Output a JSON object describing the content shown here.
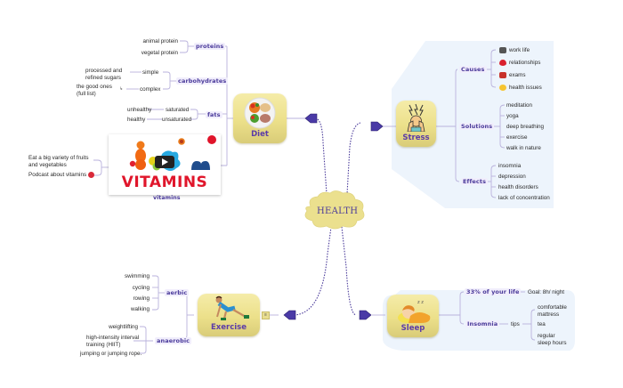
{
  "central": {
    "label": "HEALTH"
  },
  "diet": {
    "label": "Diet",
    "branches": {
      "proteins": {
        "label": "proteins",
        "items": [
          "animal protein",
          "vegetal protein"
        ]
      },
      "carbohydrates": {
        "label": "carbohydrates",
        "simple": {
          "label": "simple",
          "note": "processed and\nrefined sugars"
        },
        "complex": {
          "label": "complex",
          "note": "the good ones\n(full list)"
        }
      },
      "fats": {
        "label": "fats",
        "saturated": {
          "label": "saturated",
          "note": "unhealthy"
        },
        "unsaturated": {
          "label": "unsaturated",
          "note": "healthy"
        }
      },
      "vitamins": {
        "label": "vitamins",
        "video_title": "VITAMINS",
        "notes": [
          "Eat a big variety of fruits\nand vegetables",
          "Podcast about vitamins"
        ]
      }
    }
  },
  "stress": {
    "label": "Stress",
    "causes": {
      "label": "Causes",
      "items": [
        {
          "label": "work life",
          "icon": "notebook-icon"
        },
        {
          "label": "relationships",
          "icon": "broken-heart-icon"
        },
        {
          "label": "exams",
          "icon": "exam-flower-icon"
        },
        {
          "label": "health issues",
          "icon": "sick-face-icon"
        }
      ]
    },
    "solutions": {
      "label": "Solutions",
      "items": [
        "meditation",
        "yoga",
        "deep breathing",
        "exercise",
        "walk in nature"
      ]
    },
    "effects": {
      "label": "Effects",
      "items": [
        "insomnia",
        "depression",
        "health disorders",
        "lack of concentration"
      ]
    }
  },
  "sleep": {
    "label": "Sleep",
    "life": {
      "label": "33% of your life",
      "goal": "Goal: 8h/ night"
    },
    "insomnia": {
      "label": "Insomnia",
      "tips_label": "tips",
      "tips": [
        "comfortable\nmattress",
        "tea",
        "regular\nsleep hours"
      ]
    }
  },
  "exercise": {
    "label": "Exercise",
    "aerobic": {
      "label": "aerbic",
      "items": [
        "swimming",
        "cycling",
        "rowing",
        "walking"
      ]
    },
    "anaerobic": {
      "label": "anaerobic",
      "items": [
        "weightlifting",
        "high-intensity interval\ntraining (HIIT)",
        "jumping or jumping rope."
      ]
    }
  },
  "colors": {
    "accent": "#4a3a9a",
    "node": "#ece08a",
    "panel": "#edf4fc",
    "line": "#b9b2dc"
  }
}
